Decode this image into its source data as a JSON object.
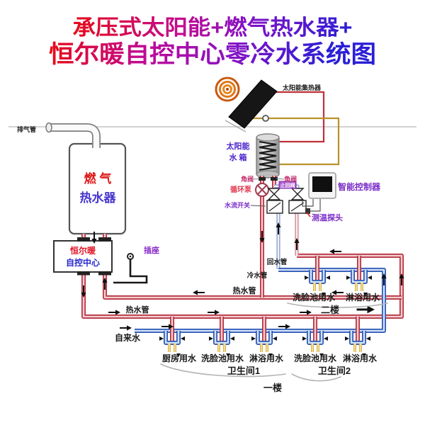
{
  "title": {
    "line1": "承压式太阳能+燃气热水器+",
    "line2": "恒尔暖自控中心零冷水系统图"
  },
  "roof": {
    "collector_label": "太阳能集热器",
    "exhaust_label": "排气管"
  },
  "tank": {
    "label1": "太阳能",
    "label2": "水 箱"
  },
  "heater": {
    "label1": "燃 气",
    "label2": "热水器"
  },
  "control_center": {
    "label1": "恒尔暖",
    "label2": "自控中心",
    "socket": "插座"
  },
  "valve_group": {
    "angle_valve_left": "角阀",
    "angle_valve_right": "角阀",
    "pump": "循环泵",
    "flow_switch": "水流开关",
    "check_valve_tag": "止回阀",
    "controller": "智能控制器",
    "temp_probe": "测温探头"
  },
  "pipes": {
    "hot_return_label": "热水管",
    "hot_supply_label": "热水管",
    "return_riser_label": "回水管",
    "cold_label": "冷水管",
    "mains_label": "自来水"
  },
  "floor2": {
    "fixtures": [
      "洗脸池用水",
      "淋浴用水"
    ],
    "label": "二楼"
  },
  "floor1": {
    "fixtures": [
      "厨房用水",
      "洗脸池用水",
      "淋浴用水",
      "洗脸池用水",
      "淋浴用水"
    ],
    "bathroom1": "卫生间1",
    "bathroom2": "卫生间2",
    "label": "一楼"
  },
  "colors": {
    "hot_pipe": "#b5303f",
    "cold_pipe": "#2c55b5",
    "return_pipe": "#cf8f96",
    "collector_supply": "#c03038",
    "collector_return": "#b8922c",
    "label_purple": "#7a2bc8",
    "label_red": "#e01525",
    "label_blue": "#2a2ad0",
    "title_gradient": [
      "#e60b16",
      "#c50b8e",
      "#8312c6",
      "#2b1fd6"
    ]
  }
}
